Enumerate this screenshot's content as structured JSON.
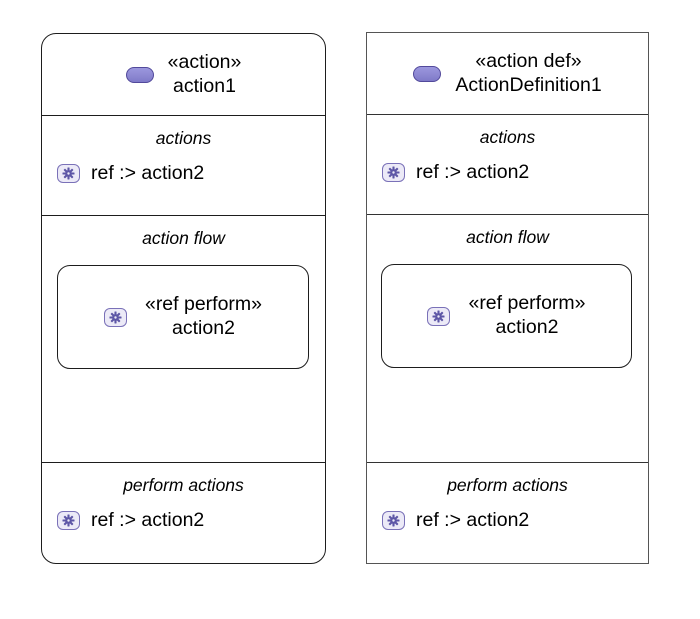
{
  "diagram": {
    "kind": "sysml-action-diagram",
    "colors": {
      "panel_border_usage": "#1d1d1d",
      "panel_border_definition": "#555555",
      "divider": "#1d1d1d",
      "action_icon_fill": "#8d88d2",
      "action_icon_border": "#52499b",
      "ref_icon_fill": "#eceaf7",
      "ref_icon_border": "#7a71b8",
      "ref_icon_glyph": "#5d56a6",
      "text": "#000000",
      "background": "#ffffff"
    },
    "panels": [
      {
        "id": "action-usage-panel",
        "shape": "rounded-rectangle",
        "header": {
          "icon": "action-pill-icon",
          "stereotype": "«action»",
          "name": "action1"
        },
        "compartments": [
          {
            "id": "actions",
            "caption": "actions",
            "features": [
              {
                "icon": "ref-gear-icon",
                "label": "ref :> action2"
              }
            ]
          },
          {
            "id": "action-flow",
            "caption": "action flow",
            "nested": {
              "icon": "ref-gear-icon",
              "stereotype": "«ref perform»",
              "name": "action2"
            }
          },
          {
            "id": "perform-actions",
            "caption": "perform actions",
            "features": [
              {
                "icon": "ref-gear-icon",
                "label": "ref :> action2"
              }
            ]
          }
        ]
      },
      {
        "id": "action-definition-panel",
        "shape": "rectangle",
        "header": {
          "icon": "action-pill-icon",
          "stereotype": "«action def»",
          "name": "ActionDefinition1"
        },
        "compartments": [
          {
            "id": "actions",
            "caption": "actions",
            "features": [
              {
                "icon": "ref-gear-icon",
                "label": "ref :> action2"
              }
            ]
          },
          {
            "id": "action-flow",
            "caption": "action flow",
            "nested": {
              "icon": "ref-gear-icon",
              "stereotype": "«ref perform»",
              "name": "action2"
            }
          },
          {
            "id": "perform-actions",
            "caption": "perform actions",
            "features": [
              {
                "icon": "ref-gear-icon",
                "label": "ref :> action2"
              }
            ]
          }
        ]
      }
    ]
  }
}
